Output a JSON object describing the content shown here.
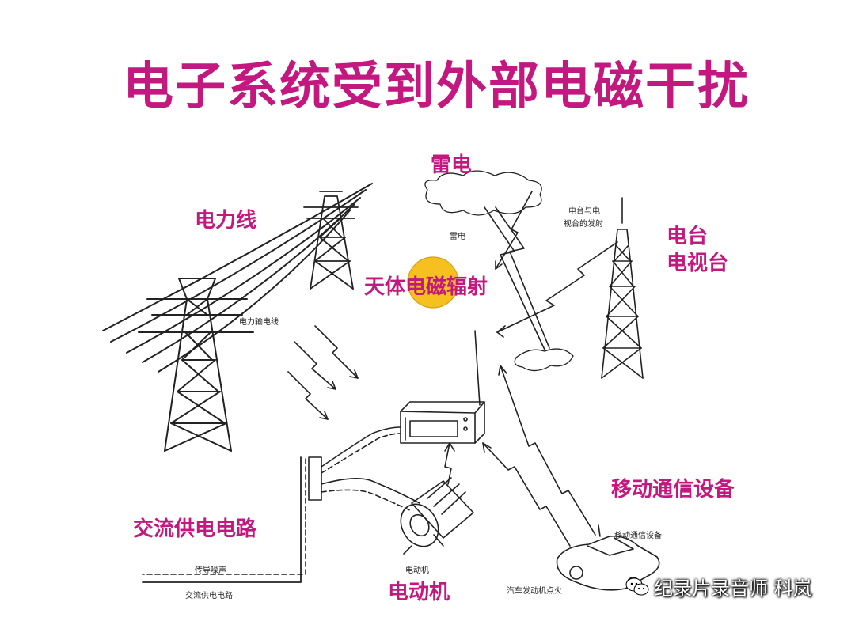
{
  "title": "电子系统受到外部电磁干扰",
  "labels": {
    "power_lines": "电力线",
    "lightning": "雷电",
    "station_line1": "电台",
    "station_line2": "电视台",
    "cosmic_pre": "天体",
    "cosmic_mid": "电磁",
    "cosmic_post": "辐射",
    "ac_supply": "交流供电电路",
    "mobile": "移动通信设备",
    "motor": "电动机"
  },
  "small_labels": {
    "power_line_caption": "电力输电线",
    "lightning_caption": "雷电",
    "station_caption_1": "电台与电",
    "station_caption_2": "视台的发射",
    "ac_noise": "传导噪声",
    "ac_line": "交流供电电路",
    "motor_caption": "电动机",
    "car_caption": "汽车发动机点火",
    "mobile_caption": "移动通信设备"
  },
  "watermark": "纪录片录音师 科岚",
  "colors": {
    "label": "#c2187f",
    "sun": "#f5c020",
    "ink": "#222222"
  }
}
